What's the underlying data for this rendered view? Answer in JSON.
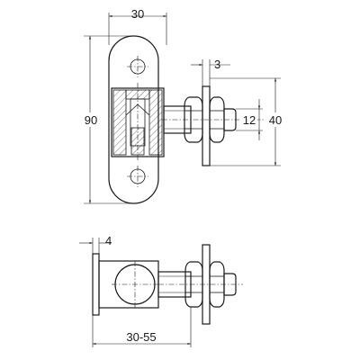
{
  "dimensions": {
    "plate_width": "30",
    "plate_height": "90",
    "washer_thickness": "3",
    "thread_diameter": "12",
    "washer_height": "40",
    "plate_thickness": "4",
    "length_range": "30-55"
  }
}
